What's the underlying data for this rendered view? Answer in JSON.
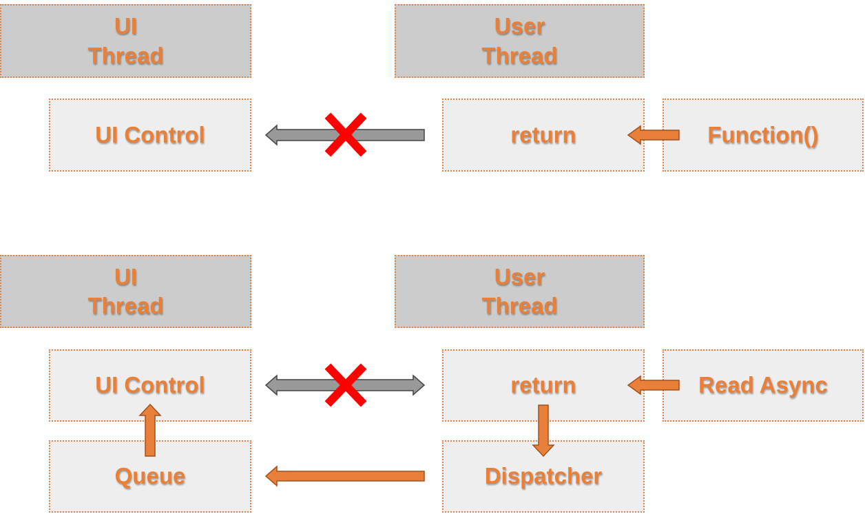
{
  "colors": {
    "accent": "#E8803A",
    "thread_fill": "#CCCCCC",
    "node_fill": "#EEEEEE",
    "blocked_arrow": "#999999",
    "cross": "#FF0000"
  },
  "top": {
    "ui_thread": "UI\nThread",
    "user_thread": "User\nThread",
    "ui_control": "UI Control",
    "return": "return",
    "function": "Function()"
  },
  "bottom": {
    "ui_thread": "UI\nThread",
    "user_thread": "User\nThread",
    "ui_control": "UI Control",
    "return": "return",
    "read_async": "Read Async",
    "queue": "Queue",
    "dispatcher": "Dispatcher"
  }
}
